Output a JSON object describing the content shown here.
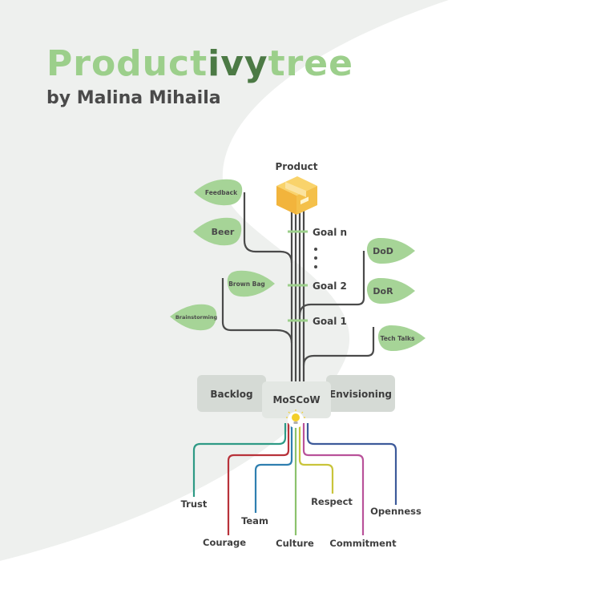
{
  "header": {
    "title_part1": "Product",
    "title_part2": "ivy",
    "title_part3": "tree",
    "author": "by Malina Mihaila"
  },
  "tree": {
    "product_label": "Product",
    "goals": [
      "Goal n",
      "Goal 2",
      "Goal 1"
    ],
    "ellipsis": "•",
    "leaves_left": [
      "Feedback",
      "Beer",
      "Brown Bag",
      "Brainstorming"
    ],
    "leaves_right": [
      "DoD",
      "DoR",
      "Tech Talks"
    ],
    "boxes": {
      "left": "Backlog",
      "center": "MoSCoW",
      "right": "Envisioning"
    }
  },
  "values": [
    {
      "label": "Trust",
      "color": "#2e9a85"
    },
    {
      "label": "Courage",
      "color": "#b8323a"
    },
    {
      "label": "Team",
      "color": "#2f7fb0"
    },
    {
      "label": "Culture",
      "color": "#8cc26d"
    },
    {
      "label": "Respect",
      "color": "#c9c43b"
    },
    {
      "label": "Commitment",
      "color": "#b9529a"
    },
    {
      "label": "Openness",
      "color": "#3d5a9a"
    }
  ],
  "colors": {
    "leaf": "#a6d497",
    "trunk": "#4a4a4a",
    "goal_tick": "#9ccf8b",
    "box": "#d5dad5",
    "box_center": "#e3e7e3",
    "background_dark": "#eef0ee",
    "background_light": "#ffffff",
    "bulb": "#f3cf2a"
  }
}
